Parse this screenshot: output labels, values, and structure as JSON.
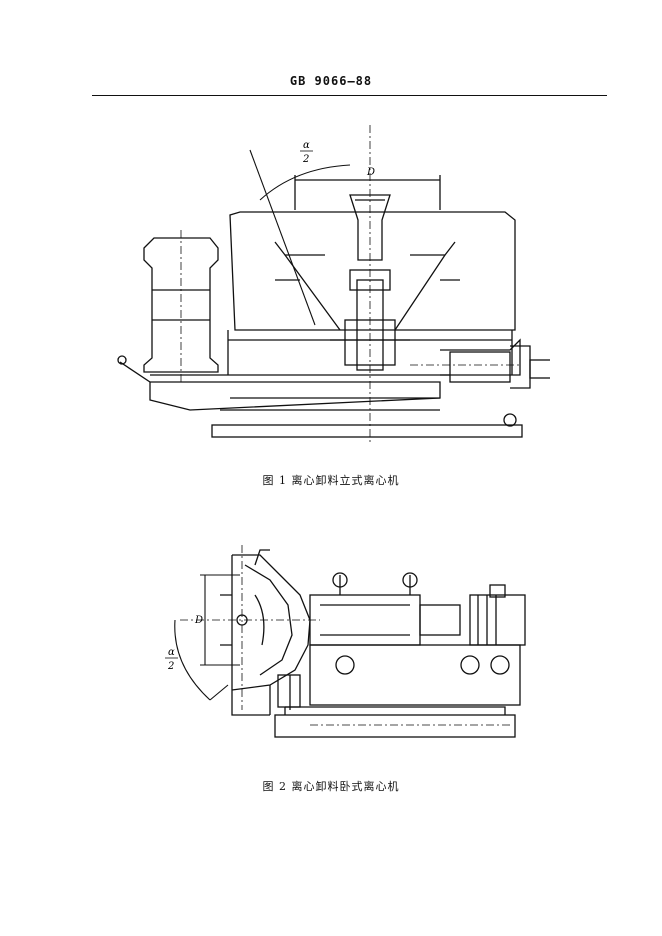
{
  "header": {
    "standard_code": "GB 9066—88"
  },
  "figure1": {
    "caption": "图 1   离心卸料立式离心机",
    "label_alpha": "α",
    "label_two": "2",
    "label_D": "D"
  },
  "figure2": {
    "caption": "图 2   离心卸料卧式离心机",
    "label_alpha": "α",
    "label_two": "2",
    "label_D": "D"
  }
}
